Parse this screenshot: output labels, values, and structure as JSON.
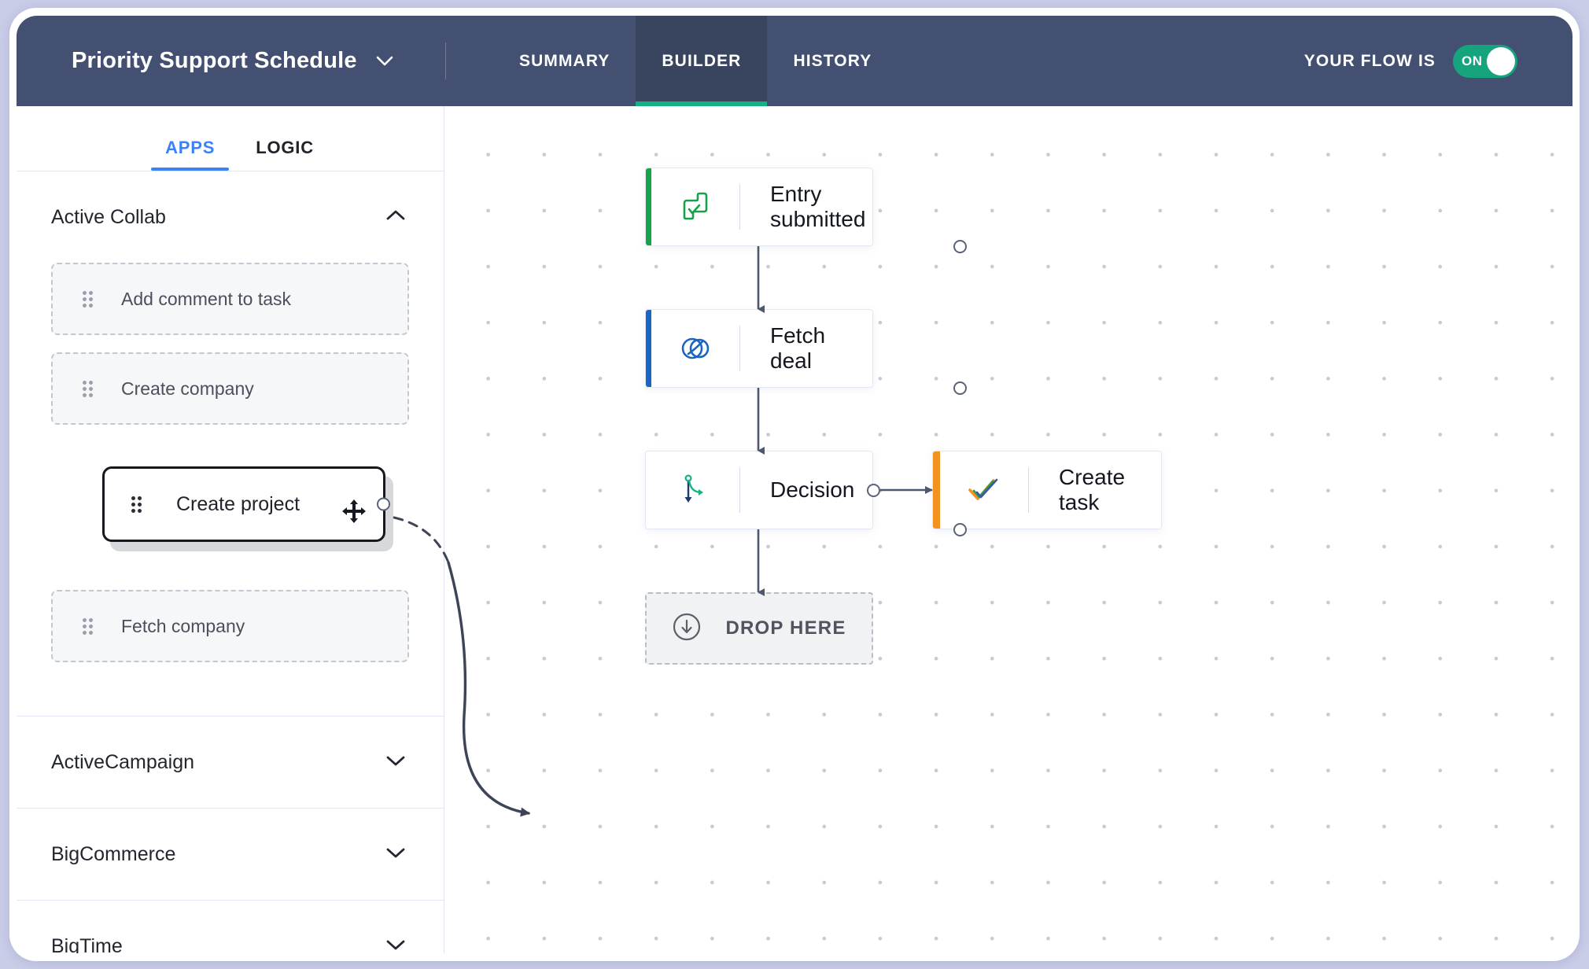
{
  "header": {
    "flow_title": "Priority Support Schedule",
    "title_caret_icon": "chevron-down-icon",
    "tabs": [
      {
        "label": "SUMMARY",
        "active": false
      },
      {
        "label": "BUILDER",
        "active": true
      },
      {
        "label": "HISTORY",
        "active": false
      }
    ],
    "flow_state_label": "YOUR FLOW IS",
    "toggle_state": "ON"
  },
  "sidebar": {
    "tabs": [
      {
        "label": "APPS",
        "active": true
      },
      {
        "label": "LOGIC",
        "active": false
      }
    ],
    "groups": [
      {
        "name": "Active Collab",
        "expanded": true,
        "caret_icon": "chevron-up-icon",
        "actions": [
          {
            "label": "Add comment to task"
          },
          {
            "label": "Create company"
          },
          {
            "label": "Fetch company"
          }
        ]
      },
      {
        "name": "ActiveCampaign",
        "expanded": false,
        "caret_icon": "chevron-down-icon",
        "actions": []
      },
      {
        "name": "BigCommerce",
        "expanded": false,
        "caret_icon": "chevron-down-icon",
        "actions": []
      },
      {
        "name": "BigTime",
        "expanded": false,
        "caret_icon": "chevron-down-icon",
        "actions": []
      }
    ]
  },
  "drag": {
    "card_label": "Create project",
    "grip_icon": "drag-handle-icon",
    "move_icon": "move-cursor-icon",
    "port_icon": "connection-port-icon"
  },
  "canvas": {
    "nodes": [
      {
        "id": "entry",
        "label": "Entry submitted",
        "accent": "#15a349",
        "icon": "form-entry-icon"
      },
      {
        "id": "fetch",
        "label": "Fetch deal",
        "accent": "#1a64c4",
        "icon": "link-loop-icon"
      },
      {
        "id": "decision",
        "label": "Decision",
        "accent": "none",
        "icon": "branch-decision-icon"
      },
      {
        "id": "createtask",
        "label": "Create task",
        "accent": "#f29220",
        "icon": "triple-check-icon"
      }
    ],
    "dropzone": {
      "label": "DROP HERE",
      "icon": "download-circle-icon"
    }
  },
  "colors": {
    "header_bg": "#435072",
    "header_tab_active_bg": "#39445f",
    "accent_teal": "#16b183",
    "accent_blue": "#3b82f6",
    "toggle_green": "#16a47f",
    "page_bg": "#c9cde8"
  }
}
